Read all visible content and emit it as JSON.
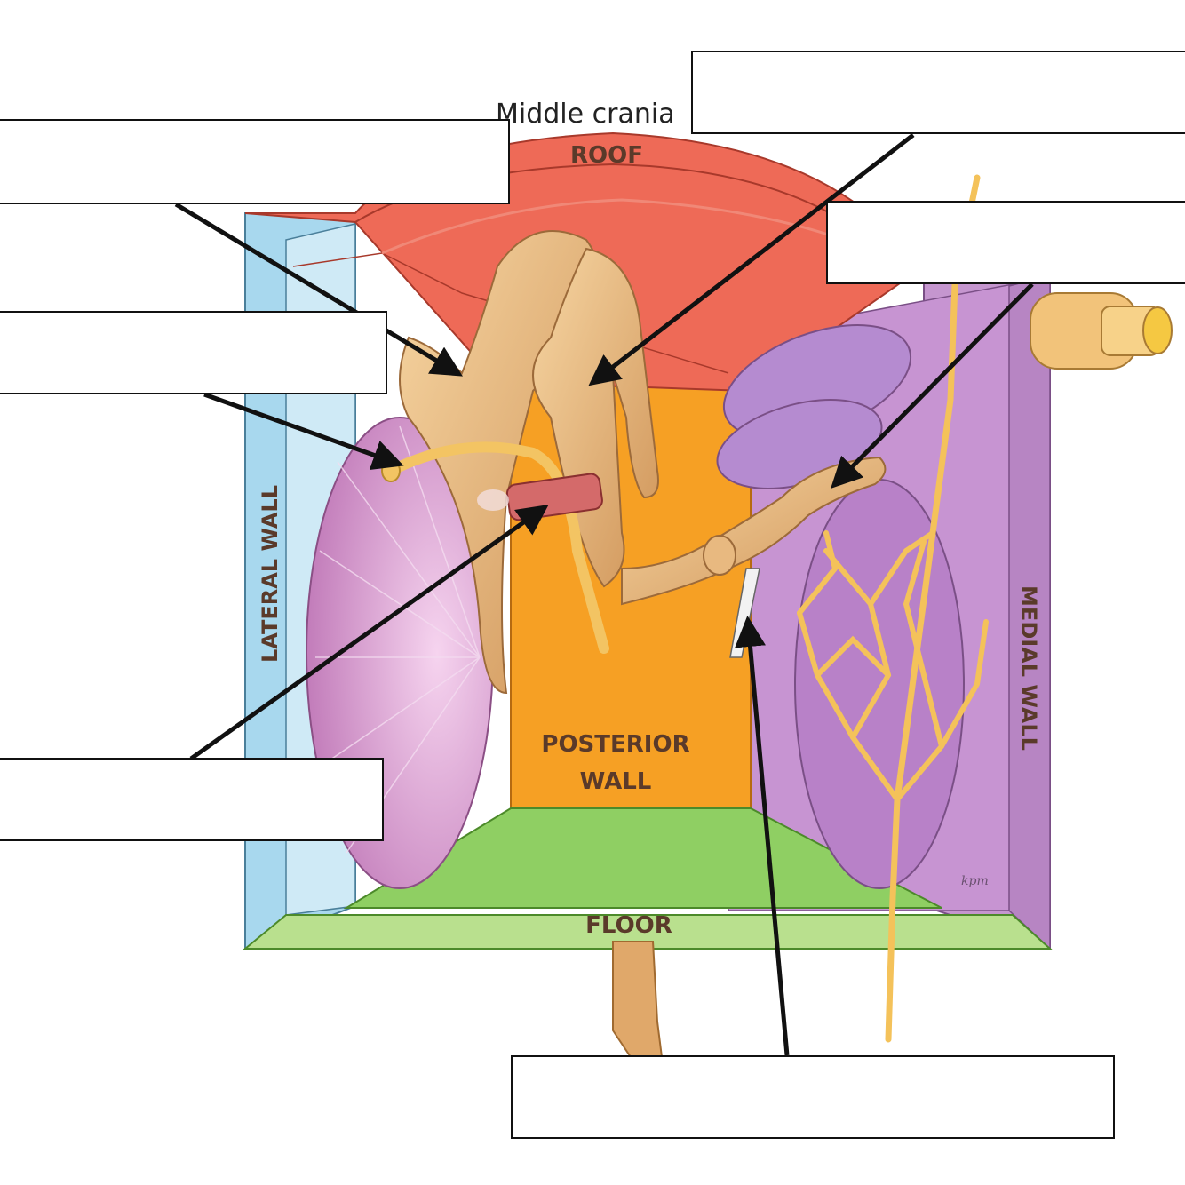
{
  "diagram": {
    "title": "Middle crania",
    "walls": {
      "roof": "ROOF",
      "lateral": "LATERAL WALL",
      "medial": "MEDIAL WALL",
      "posterior_line1": "POSTERIOR",
      "posterior_line2": "WALL",
      "floor": "FLOOR"
    },
    "signature": "kpm",
    "answer_boxes": [
      "",
      "",
      "",
      "",
      "",
      ""
    ],
    "colors": {
      "roof": "#ee6a57",
      "lateral": "#a8d8ee",
      "medial": "#c596cf",
      "posterior": "#f6a024",
      "floor": "#9fd37c",
      "ossicle": "#e9b97d",
      "tympanic_membrane": "#dca2d4",
      "nerve": "#f4c25a",
      "arrow": "#111111"
    }
  }
}
